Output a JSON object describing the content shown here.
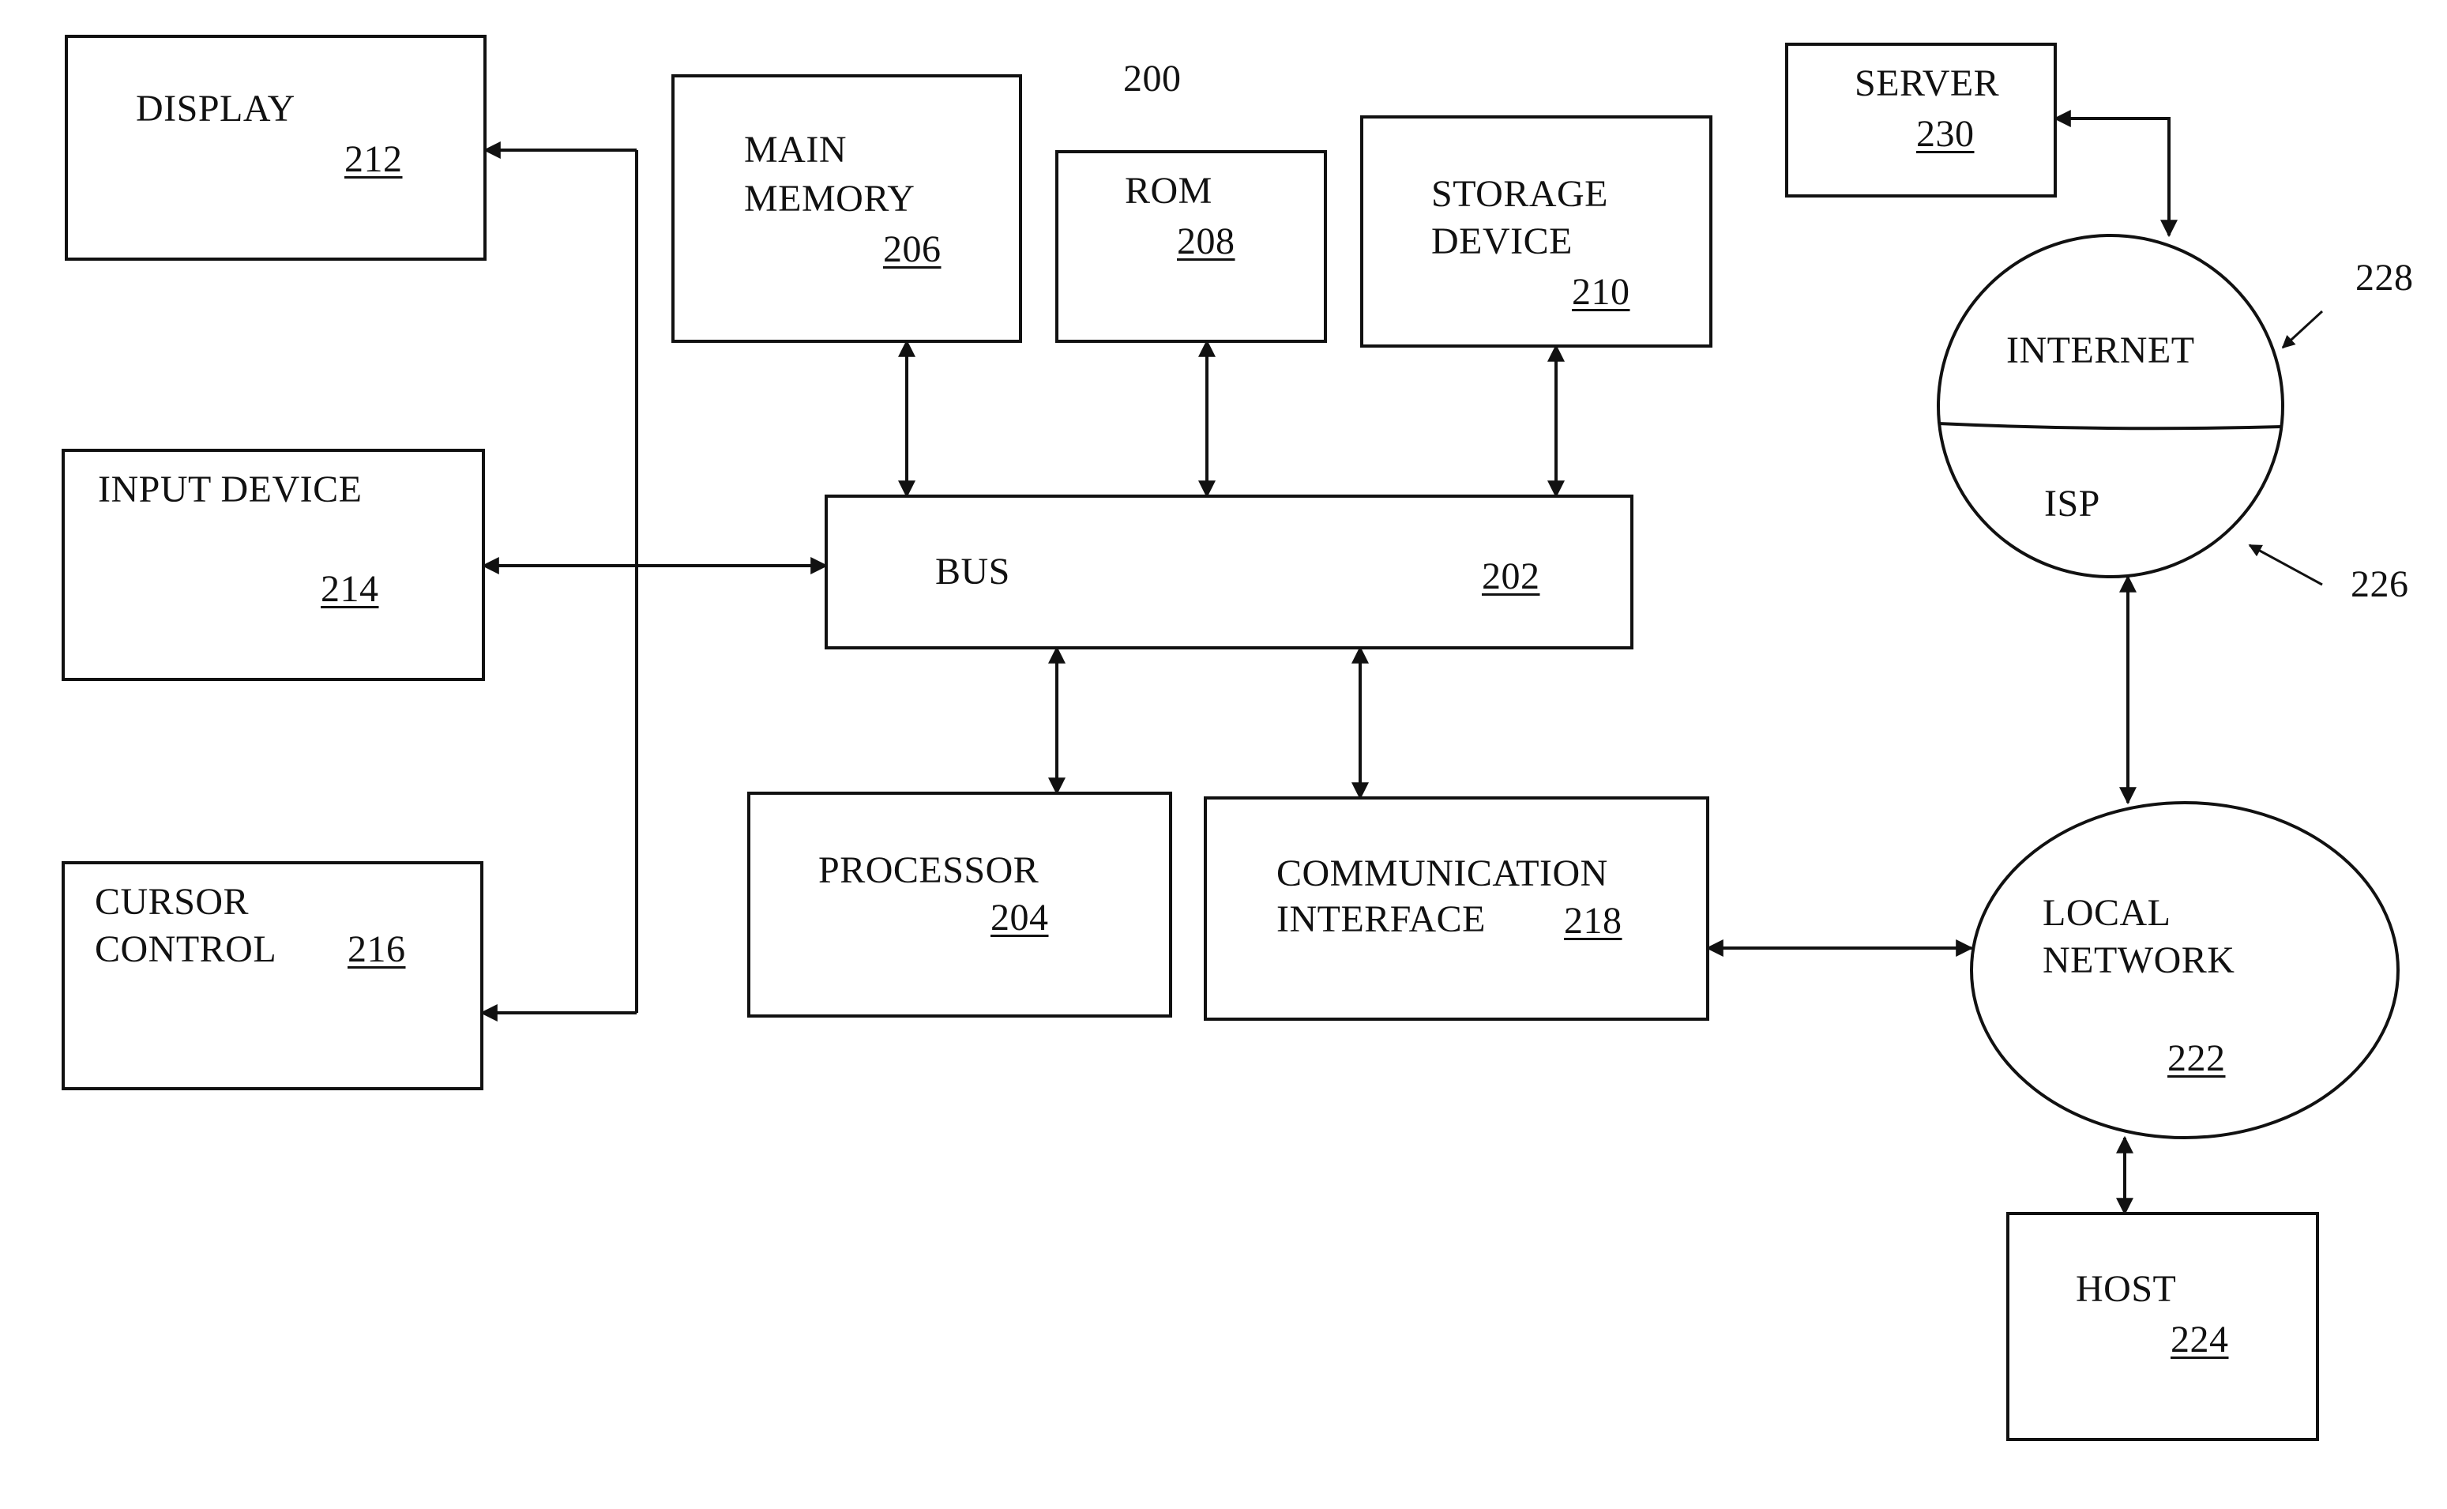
{
  "figure": {
    "number": "200"
  },
  "nodes": {
    "display": {
      "name": "DISPLAY",
      "ref": "212"
    },
    "main_memory": {
      "name_line1": "MAIN",
      "name_line2": "MEMORY",
      "ref": "206"
    },
    "rom": {
      "name": "ROM",
      "ref": "208"
    },
    "storage_device": {
      "name_line1": "STORAGE",
      "name_line2": "DEVICE",
      "ref": "210"
    },
    "server": {
      "name": "SERVER",
      "ref": "230"
    },
    "input_device": {
      "name": "INPUT DEVICE",
      "ref": "214"
    },
    "bus": {
      "name": "BUS",
      "ref": "202"
    },
    "internet": {
      "name": "INTERNET",
      "ref": "228"
    },
    "isp": {
      "name": "ISP",
      "ref": "226"
    },
    "cursor_control": {
      "name_line1": "CURSOR",
      "name_line2": "CONTROL",
      "ref": "216"
    },
    "processor": {
      "name": "PROCESSOR",
      "ref": "204"
    },
    "communication_interface": {
      "name_line1": "COMMUNICATION",
      "name_line2": "INTERFACE",
      "ref": "218"
    },
    "local_network": {
      "name_line1": "LOCAL",
      "name_line2": "NETWORK",
      "ref": "222"
    },
    "host": {
      "name": "HOST",
      "ref": "224"
    }
  },
  "connections": [
    {
      "from": "bus",
      "to": "display",
      "type": "arrow"
    },
    {
      "from": "bus",
      "to": "input_device",
      "type": "bidirectional"
    },
    {
      "from": "bus",
      "to": "cursor_control",
      "type": "arrow"
    },
    {
      "from": "bus",
      "to": "main_memory",
      "type": "bidirectional"
    },
    {
      "from": "bus",
      "to": "rom",
      "type": "bidirectional"
    },
    {
      "from": "bus",
      "to": "storage_device",
      "type": "bidirectional"
    },
    {
      "from": "bus",
      "to": "processor",
      "type": "bidirectional"
    },
    {
      "from": "bus",
      "to": "communication_interface",
      "type": "bidirectional"
    },
    {
      "from": "communication_interface",
      "to": "local_network",
      "type": "bidirectional"
    },
    {
      "from": "local_network",
      "to": "isp",
      "type": "bidirectional"
    },
    {
      "from": "local_network",
      "to": "host",
      "type": "bidirectional"
    },
    {
      "from": "internet",
      "to": "server",
      "type": "bidirectional"
    }
  ]
}
